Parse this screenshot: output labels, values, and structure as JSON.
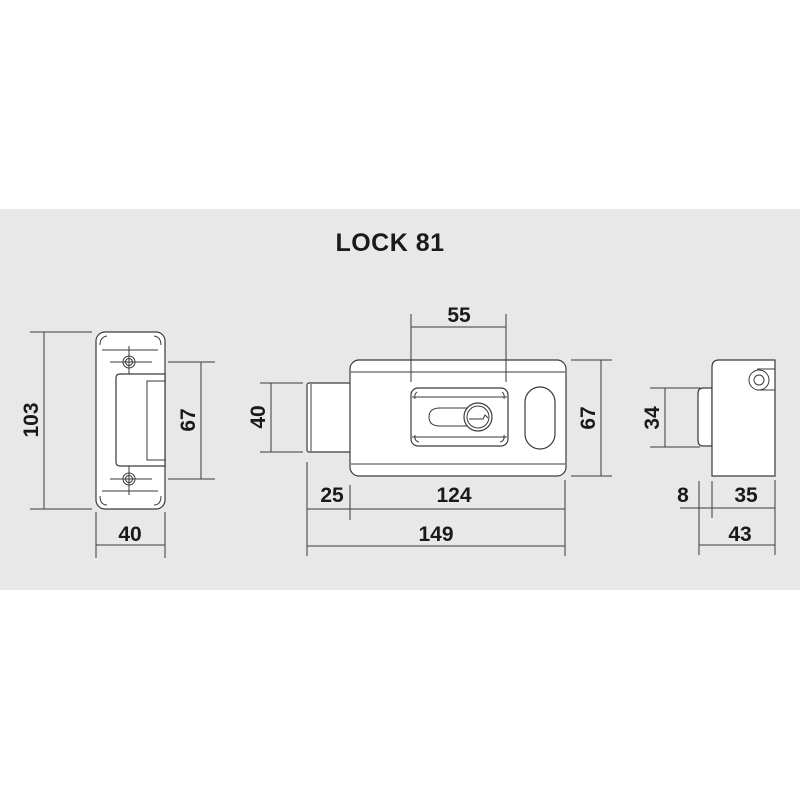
{
  "title": "LOCK 81",
  "views": {
    "strike_plate": {
      "height_label": "103",
      "opening_label": "67",
      "width_label": "40"
    },
    "front_view": {
      "key_spacing_label": "55",
      "bolt_height_label": "40",
      "body_height_label": "67",
      "bolt_throw_label": "25",
      "body_width_label": "124",
      "total_width_label": "149"
    },
    "side_view": {
      "bolt_height_label": "34",
      "bolt_depth_label": "8",
      "body_depth_label": "35",
      "total_depth_label": "43"
    }
  },
  "colors": {
    "background": "#ffffff",
    "band": "#e8e8e8",
    "line": "#3a3a3a",
    "text": "#1a1a1a"
  }
}
